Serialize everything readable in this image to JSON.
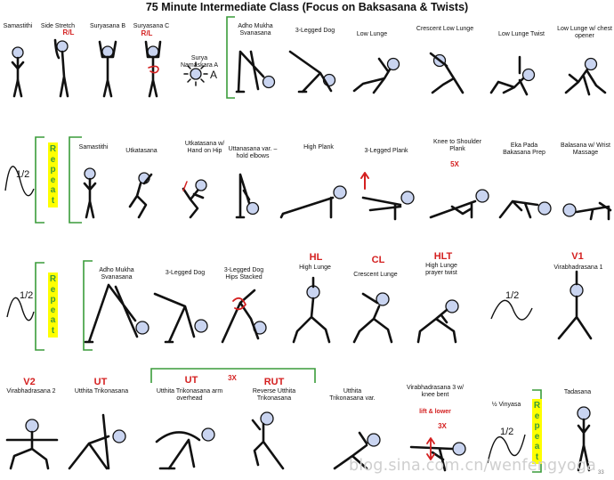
{
  "title": "75 Minute Intermediate Class (Focus on Baksasana & Twists)",
  "row1": {
    "labels": [
      "Samastithi",
      "Side Stretch",
      "Suryasana B",
      "Suryasana C",
      "Surya Namaskara A",
      "Adho Mukha Svanasana",
      "3-Legged Dog",
      "Low Lunge",
      "Crescent Low Lunge",
      "Low Lunge Twist",
      "Low Lunge w/ chest opener"
    ],
    "rl1": "R/L",
    "rl2": "R/L",
    "sun_letter": "A"
  },
  "row2": {
    "repeat": [
      "R",
      "e",
      "p",
      "e",
      "a",
      "t"
    ],
    "half": "1/2",
    "labels": [
      "Samastithi",
      "Utkatasana",
      "Utkatasana w/ Hand on Hip",
      "Uttanasana var. – hold elbows",
      "High Plank",
      "3-Legged Plank",
      "Knee to Shoulder Plank",
      "Eka Pada Bakasana Prep",
      "Balasana w/ Wrist Massage"
    ],
    "count": "5X"
  },
  "row3": {
    "repeat": [
      "R",
      "e",
      "p",
      "e",
      "a",
      "t"
    ],
    "half": "1/2",
    "half2": "1/2",
    "labels": [
      "Adho Mukha Svanasana",
      "3-Legged Dog",
      "3-Legged Dog Hips Stacked",
      "High Lunge",
      "Crescent Lunge",
      "High Lunge prayer twist",
      "Virabhadrasana 1"
    ],
    "abbr": [
      "HL",
      "CL",
      "HLT",
      "V1"
    ]
  },
  "row4": {
    "abbr": [
      "V2",
      "UT",
      "UT",
      "RUT"
    ],
    "count": "3X",
    "labels": [
      "Virabhadrasana 2",
      "Utthita Trikonasana",
      "Utthita Trikonasana arm overhead",
      "Reverse Utthita Trikonasana",
      "Utthita Trikonasana var.",
      "Virabhadrasana 3 w/ knee bent",
      "½ Vinyasa",
      "Tadasana"
    ],
    "lift": "lift & lower",
    "count2": "3X",
    "half": "1/2",
    "repeat": [
      "R",
      "e",
      "p",
      "e",
      "a",
      "t"
    ]
  },
  "watermark": "blog.sina.com.cn/wenfengyoga",
  "page_no": "33",
  "colors": {
    "accent_red": "#d42020",
    "bracket_green": "#3a9c3a",
    "repeat_bg": "#ffff00",
    "head_fill": "#c9d4f0"
  }
}
